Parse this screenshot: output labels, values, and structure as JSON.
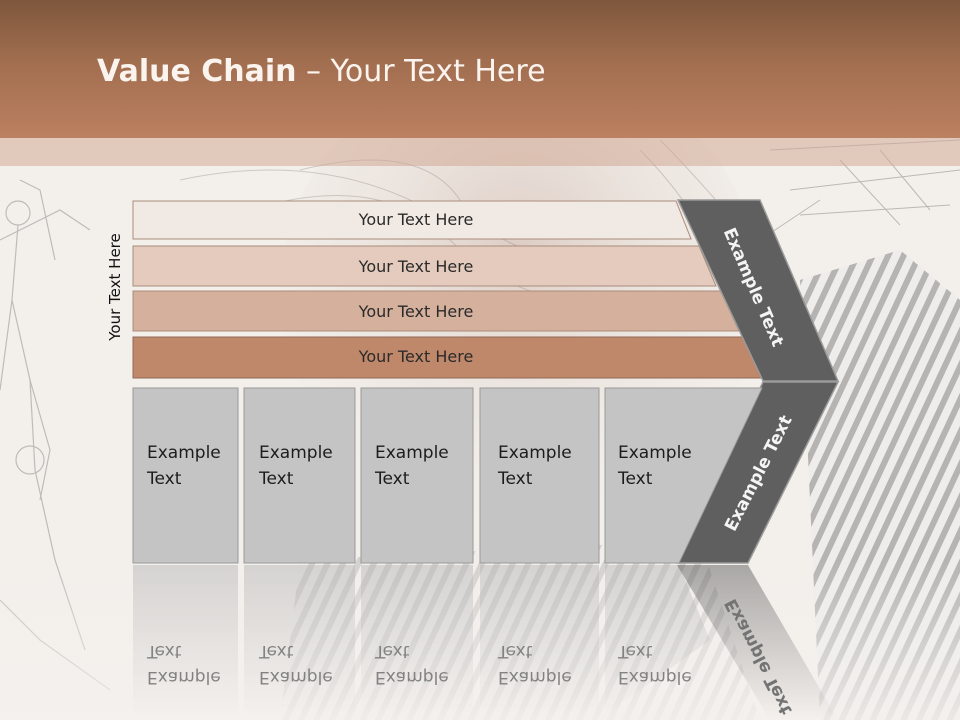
{
  "title": {
    "bold": "Value Chain",
    "rest": " – Your Text Here"
  },
  "side_label": "Your Text Here",
  "rows": [
    {
      "label": "Your Text Here",
      "color": "#f1e9e3"
    },
    {
      "label": "Your Text Here",
      "color": "#e4cbbd"
    },
    {
      "label": "Your Text Here",
      "color": "#d5b09c"
    },
    {
      "label": "Your Text Here",
      "color": "#c0886a"
    }
  ],
  "boxes": [
    {
      "line1": "Example",
      "line2": "Text"
    },
    {
      "line1": "Example",
      "line2": "Text"
    },
    {
      "line1": "Example",
      "line2": "Text"
    },
    {
      "line1": "Example",
      "line2": "Text"
    },
    {
      "line1": "Example",
      "line2": "Text"
    }
  ],
  "chevron_upper": "Example Text",
  "chevron_lower": "Example Text",
  "colors": {
    "header": "#a26e50",
    "box": "#c4c4c4",
    "chevron": "#5f5f5f"
  }
}
